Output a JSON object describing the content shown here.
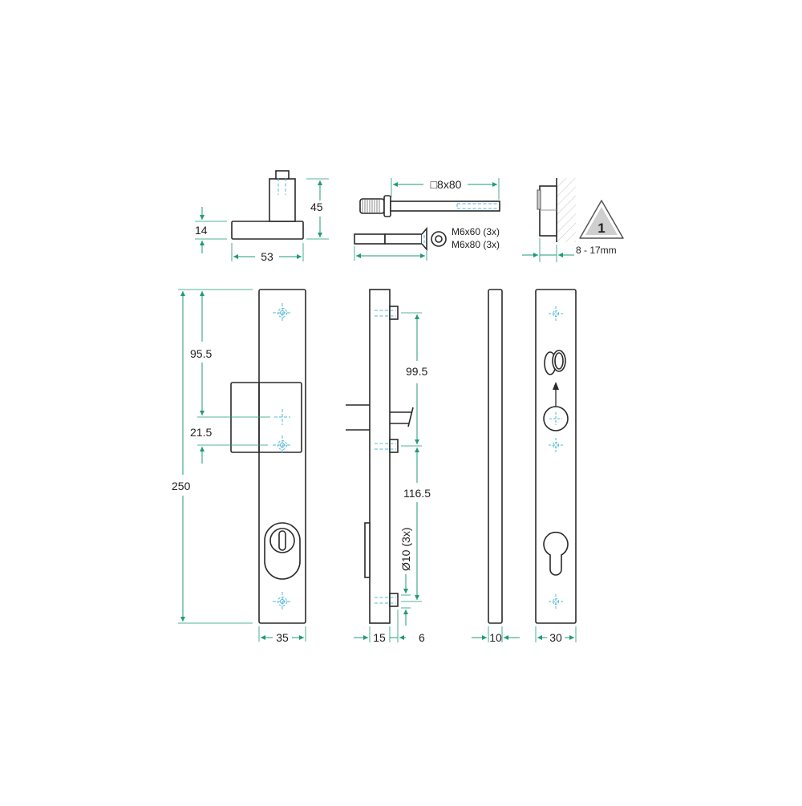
{
  "colors": {
    "outline": "#2a2a2a",
    "dimension": "#1e9a78",
    "hidden_line": "#4fb8d8",
    "hatch": "#bdbdbd",
    "warning_fill": "#d0d0d0"
  },
  "top_views": {
    "handle_side": {
      "height_label": "45",
      "base_thickness_label": "14",
      "width_label": "53"
    },
    "spindle": {
      "spindle_label": "□8x80",
      "screw_label_1": "M6x60 (3x)",
      "screw_label_2": "M6x80 (3x)"
    },
    "door_thickness": {
      "range_label": "8 - 17mm",
      "warning_number": "1"
    }
  },
  "front_view": {
    "total_height_label": "250",
    "upper_distance_label": "95.5",
    "lower_distance_label": "21.5",
    "width_label": "35"
  },
  "side_view": {
    "upper_spacing_label": "99.5",
    "lower_spacing_label": "116.5",
    "hole_label": "Ø10 (3x)",
    "thickness_label": "15",
    "bolt_label": "6"
  },
  "profile_view": {
    "thickness_label": "10"
  },
  "back_view": {
    "width_label": "30"
  }
}
